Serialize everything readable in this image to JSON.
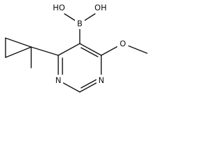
{
  "molecule": {
    "atom_labels": {
      "hydroxyl_left": "HO",
      "hydroxyl_right": "OH",
      "boron": "B",
      "methoxy_oxygen": "O",
      "ring_nitrogen_left": "N",
      "ring_nitrogen_right": "N"
    }
  }
}
